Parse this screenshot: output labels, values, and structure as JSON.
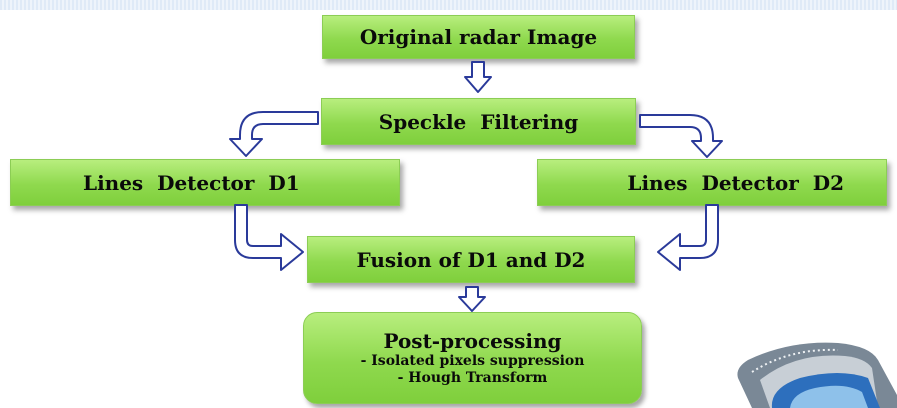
{
  "diagram": {
    "nodes": {
      "original": "Original radar Image",
      "speckle": "Speckle  Filtering",
      "d1": "Lines  Detector  D1",
      "d2": "Lines  Detector  D2",
      "fusion": "Fusion of D1 and D2",
      "post_title": "Post-processing",
      "post_line1": "- Isolated pixels suppression",
      "post_line2": "- Hough Transform"
    },
    "edges": [
      {
        "from": "original",
        "to": "speckle"
      },
      {
        "from": "speckle",
        "to": "d1"
      },
      {
        "from": "speckle",
        "to": "d2"
      },
      {
        "from": "d1",
        "to": "fusion"
      },
      {
        "from": "d2",
        "to": "fusion"
      },
      {
        "from": "fusion",
        "to": "post"
      }
    ],
    "colors": {
      "box_fill": "#8fd94e",
      "arrow_fill": "#ffffff",
      "arrow_stroke": "#2a3a9a"
    }
  }
}
